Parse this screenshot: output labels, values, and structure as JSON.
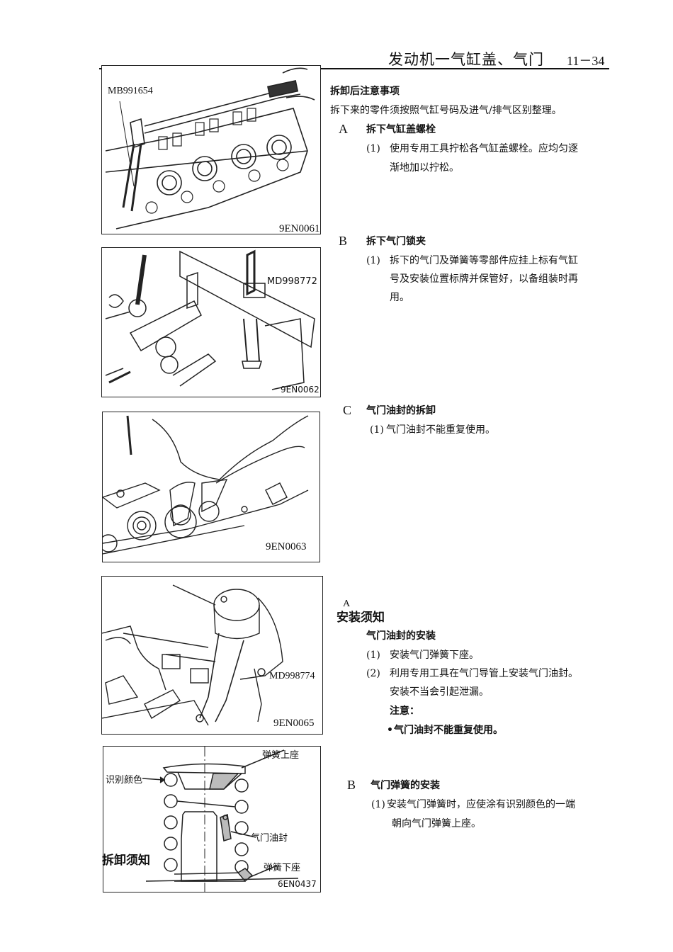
{
  "header": {
    "title": "发动机一气缸盖、气门",
    "page": "11－34"
  },
  "figures": [
    {
      "code": "9EN0061",
      "labels": [
        "MB991654"
      ],
      "subject": "cylinder-head-bolt-removal"
    },
    {
      "code": "9EN0062",
      "labels": [
        "MD998772"
      ],
      "subject": "valve-spring-compressor"
    },
    {
      "code": "9EN0063",
      "labels": [],
      "subject": "valve-stem-seal-pliers"
    },
    {
      "code": "9EN0065",
      "labels": [
        "MD998774"
      ],
      "subject": "valve-stem-seal-installer"
    },
    {
      "code": "6EN0437",
      "labels": [
        "弹簧上座",
        "识别颜色",
        "气门油封",
        "弹簧下座"
      ],
      "subject": "valve-spring-cross-section"
    }
  ],
  "overlay_heading": "拆卸须知",
  "removal_notes": {
    "title": "拆卸后注意事项",
    "intro": "拆下来的零件须按照气缸号码及进气/排气区别整理。",
    "sections": [
      {
        "letter": "A",
        "title": "拆下气缸盖螺栓",
        "items": [
          {
            "num": "(1)",
            "lines": [
              "使用专用工具拧松各气缸盖螺栓。应均匀逐",
              "渐地加以拧松。"
            ]
          }
        ]
      },
      {
        "letter": "B",
        "title": "拆下气门锁夹",
        "items": [
          {
            "num": "(1)",
            "lines": [
              "拆下的气门及弹簧等零部件应挂上标有气缸",
              "号及安装位置标牌并保管好，以备组装时再",
              "用。"
            ]
          }
        ]
      },
      {
        "letter": "C",
        "title": "气门油封的拆卸",
        "items": [
          {
            "num": "(1)",
            "lines": [
              "气门油封不能重复使用。"
            ]
          }
        ]
      }
    ]
  },
  "install_notes": {
    "heading": "安装须知",
    "sections": [
      {
        "letter": "A",
        "title": "气门油封的安装",
        "items": [
          {
            "num": "(1)",
            "lines": [
              "安装气门弹簧下座。"
            ]
          },
          {
            "num": "(2)",
            "lines": [
              "利用专用工具在气门导管上安装气门油封。",
              "安装不当会引起泄漏。"
            ]
          }
        ],
        "caution_label": "注意：",
        "caution_bullets": [
          "气门油封不能重复使用。"
        ]
      },
      {
        "letter": "B",
        "title": "气门弹簧的安装",
        "items": [
          {
            "num": "(1)",
            "lines": [
              "安装气门弹簧时，应使涂有识别颜色的一端",
              "朝向气门弹簧上座。"
            ]
          }
        ]
      }
    ]
  }
}
